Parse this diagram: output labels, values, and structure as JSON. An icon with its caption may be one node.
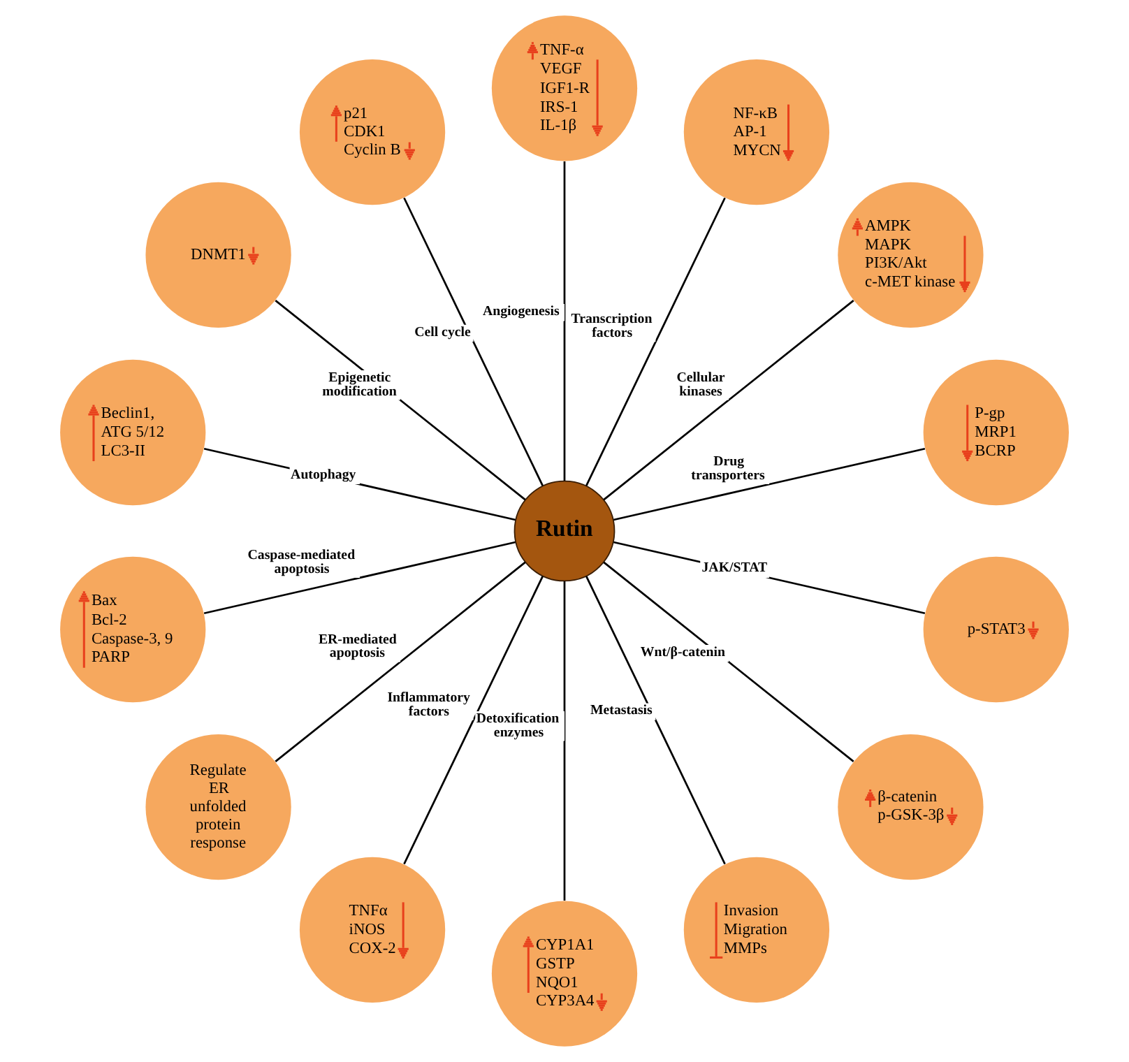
{
  "diagram": {
    "nodes": [
      {
        "text": [
          "Rutin"
        ]
      },
      {
        "text": [
          "P-gp",
          "MRP1",
          "BCRP"
        ]
      },
      {
        "text": [
          "AMPK",
          "MAPK",
          "PI3K/Akt",
          "c-MET kinase"
        ]
      },
      {
        "text": [
          "NF-κB",
          "AP-1",
          "MYCN"
        ]
      },
      {
        "text": [
          "TNF-α",
          "VEGF",
          "IGF1-R",
          "IRS-1",
          "IL-1β"
        ]
      },
      {
        "text": [
          "p21",
          "CDK1",
          "Cyclin B"
        ]
      },
      {
        "text": [
          "DNMT1"
        ]
      },
      {
        "text": [
          "Beclin1,",
          "ATG 5/12",
          "LC3-II"
        ]
      },
      {
        "text": [
          "Bax",
          "Bcl-2",
          "Caspase-3, 9",
          "PARP"
        ]
      },
      {
        "text": [
          "Regulate ER unfolded protein response"
        ]
      },
      {
        "text": [
          "TNFα",
          "iNOS",
          "COX-2"
        ]
      },
      {
        "text": [
          "CYP1A1",
          "GSTP",
          "NQO1",
          "CYP3A4"
        ]
      },
      {
        "text": [
          "Invasion",
          "Migration",
          "MMPs"
        ]
      },
      {
        "text": [
          "β-catenin",
          "p-GSK-3β"
        ]
      },
      {
        "text": [
          "p-STAT3"
        ]
      }
    ],
    "edges": [
      {
        "from": 0,
        "to": 1,
        "arrow": "none",
        "label": "Drug transporters"
      },
      {
        "from": 0,
        "to": 2,
        "arrow": "none",
        "label": "Cellular kinases"
      },
      {
        "from": 0,
        "to": 3,
        "arrow": "none",
        "label": "Transcription factors"
      },
      {
        "from": 0,
        "to": 4,
        "arrow": "none",
        "label": "Angiogenesis"
      },
      {
        "from": 0,
        "to": 5,
        "arrow": "none",
        "label": "Cell cycle"
      },
      {
        "from": 0,
        "to": 6,
        "arrow": "none",
        "label": "Epigenetic modification"
      },
      {
        "from": 0,
        "to": 7,
        "arrow": "none",
        "label": "Autophagy"
      },
      {
        "from": 0,
        "to": 8,
        "arrow": "none",
        "label": "Caspase-mediated apoptosis"
      },
      {
        "from": 0,
        "to": 9,
        "arrow": "none",
        "label": "ER-mediated apoptosis"
      },
      {
        "from": 0,
        "to": 10,
        "arrow": "none",
        "label": "Inflammatory factors"
      },
      {
        "from": 0,
        "to": 11,
        "arrow": "none",
        "label": "Detoxification enzymes"
      },
      {
        "from": 0,
        "to": 12,
        "arrow": "none",
        "label": "Metastasis"
      },
      {
        "from": 0,
        "to": 13,
        "arrow": "none",
        "label": "Wnt/β-catenin"
      },
      {
        "from": 0,
        "to": 14,
        "arrow": "none",
        "label": "JAK/STAT"
      }
    ]
  }
}
